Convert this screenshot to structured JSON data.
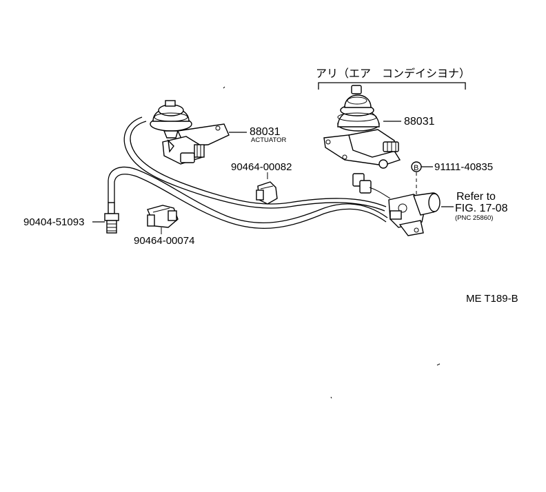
{
  "labels": {
    "header_jp": "アリ（エア　コンデイシヨナ）",
    "actuator_left_number": "88031",
    "actuator_left_name": "ACTUATOR",
    "actuator_right_number": "88031",
    "bolt": "91111-40835",
    "bolt_marker": "B",
    "clamp_upper": "90464-00082",
    "clamp_lower": "90464-00074",
    "connector_left": "90404-51093",
    "refer_line1": "Refer to",
    "refer_line2": "FIG. 17-08",
    "refer_line3": "(PNC 25860)",
    "diagram_code": "ME T189-B"
  }
}
